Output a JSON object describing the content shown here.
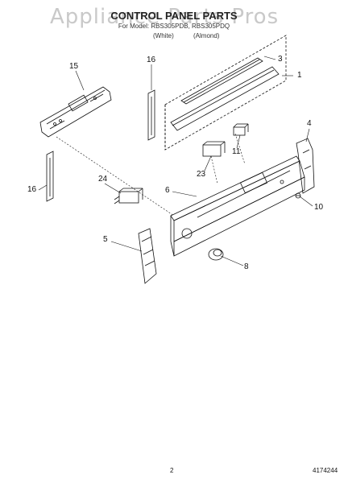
{
  "header": {
    "watermark": "Appliance Parts Pros",
    "title": "CONTROL PANEL PARTS",
    "subtitle": "For Model: RBS305PDB, RBS305PDQ",
    "color_white": "(White)",
    "color_almond": "(Almond)"
  },
  "callouts": {
    "c1": "1",
    "c3": "3",
    "c4": "4",
    "c5": "5",
    "c6": "6",
    "c8": "8",
    "c10": "10",
    "c11": "11",
    "c15": "15",
    "c16a": "16",
    "c16b": "16",
    "c23": "23",
    "c24": "24"
  },
  "footer": {
    "page_number": "2",
    "document_number": "4174244"
  }
}
